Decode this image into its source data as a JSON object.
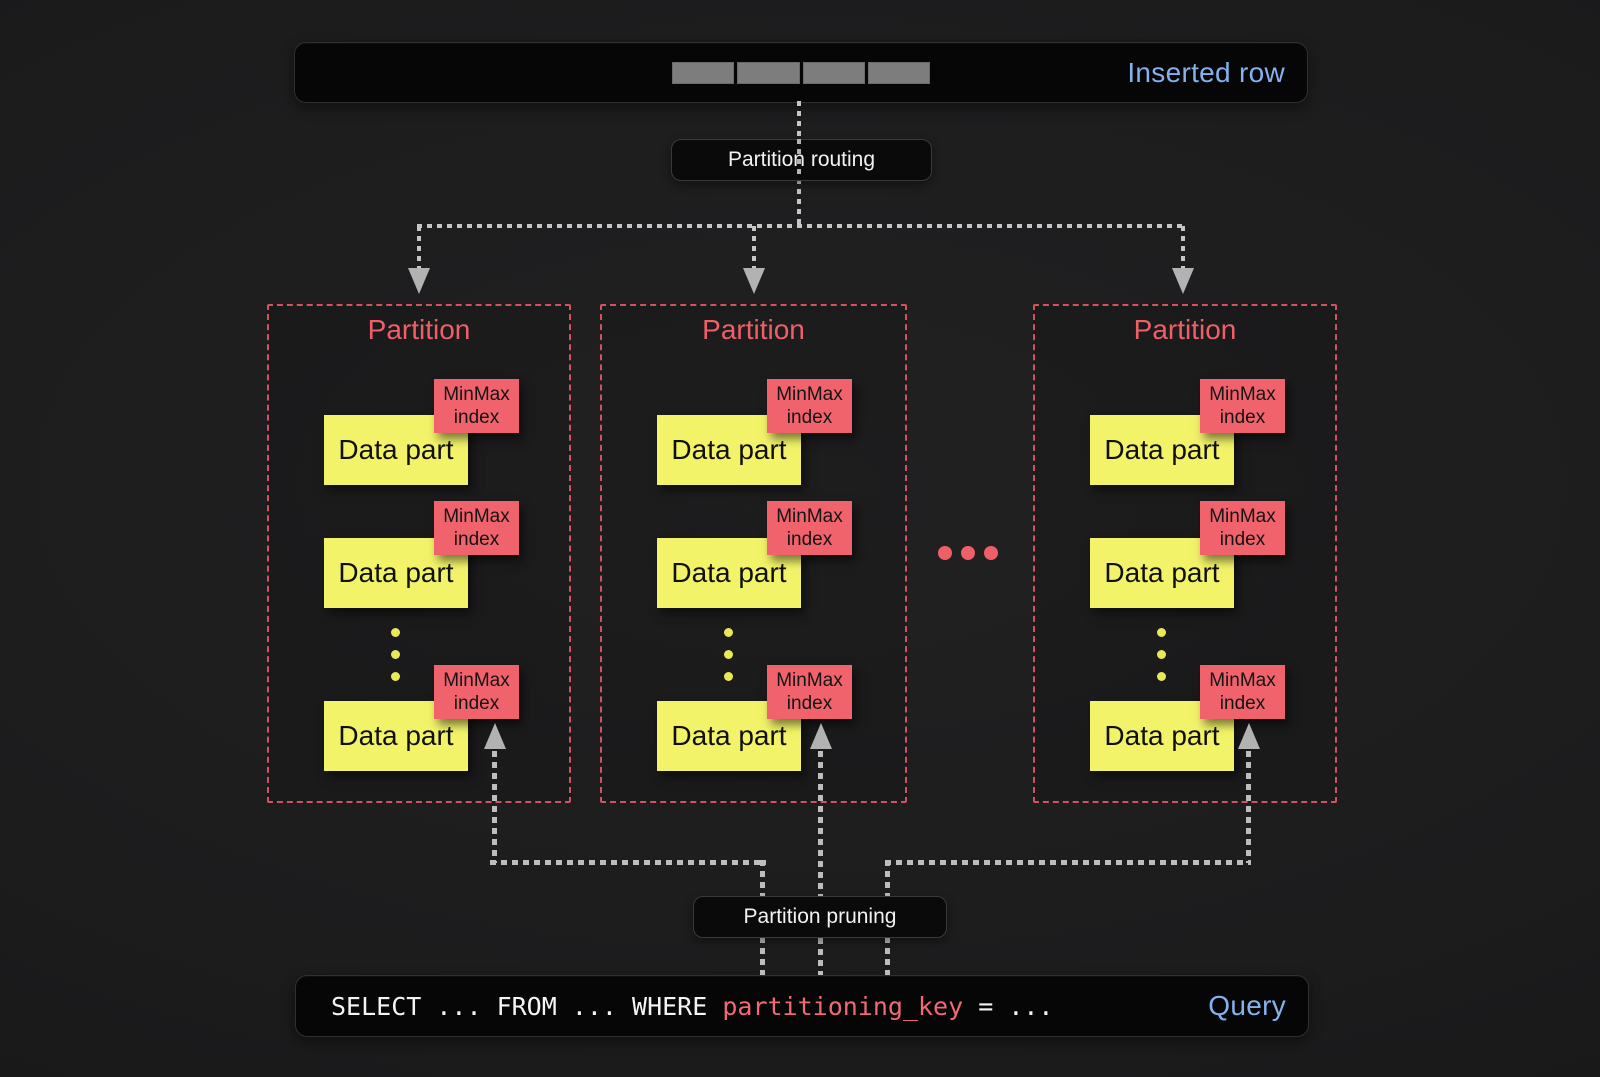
{
  "colors": {
    "background": "#1d1d1f",
    "accent_blue": "#85b1ee",
    "accent_red": "#ef5f68",
    "data_part_yellow": "#f3f36a",
    "minmax_index_red": "#f0626c",
    "connector_gray": "#c6c6c6",
    "row_segment_gray": "#7d7d7d"
  },
  "inserted_row": {
    "label": "Inserted row",
    "segment_count": 4
  },
  "flow": {
    "routing_label": "Partition routing",
    "pruning_label": "Partition pruning"
  },
  "icons": {
    "more_partitions": "horizontal-ellipsis",
    "more_parts": "vertical-ellipsis",
    "routing_arrows": "arrow-down",
    "pruning_arrows": "arrow-up"
  },
  "partitions": [
    {
      "title": "Partition",
      "parts": [
        {
          "label": "Data part",
          "index_label_line1": "MinMax",
          "index_label_line2": "index"
        },
        {
          "label": "Data part",
          "index_label_line1": "MinMax",
          "index_label_line2": "index"
        },
        {
          "label": "Data part",
          "index_label_line1": "MinMax",
          "index_label_line2": "index"
        }
      ]
    },
    {
      "title": "Partition",
      "parts": [
        {
          "label": "Data part",
          "index_label_line1": "MinMax",
          "index_label_line2": "index"
        },
        {
          "label": "Data part",
          "index_label_line1": "MinMax",
          "index_label_line2": "index"
        },
        {
          "label": "Data part",
          "index_label_line1": "MinMax",
          "index_label_line2": "index"
        }
      ]
    },
    {
      "title": "Partition",
      "parts": [
        {
          "label": "Data part",
          "index_label_line1": "MinMax",
          "index_label_line2": "index"
        },
        {
          "label": "Data part",
          "index_label_line1": "MinMax",
          "index_label_line2": "index"
        },
        {
          "label": "Data part",
          "index_label_line1": "MinMax",
          "index_label_line2": "index"
        }
      ]
    }
  ],
  "query": {
    "code_prefix": "SELECT ... FROM ... WHERE ",
    "code_key": "partitioning_key",
    "code_suffix": " = ...",
    "label": "Query"
  }
}
